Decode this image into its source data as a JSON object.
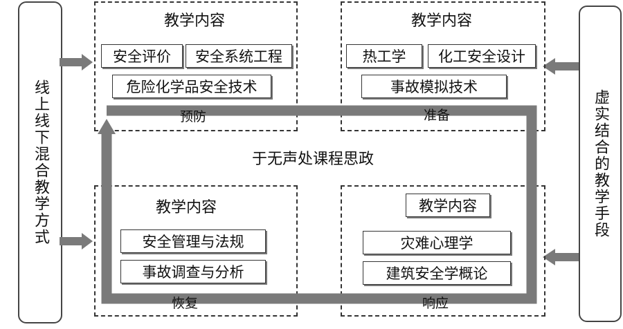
{
  "left_side": {
    "label": "线上线下混合教学方式"
  },
  "right_side": {
    "label": "虚实结合的教学手段"
  },
  "center_text": "于无声处课程思政",
  "quadrants": {
    "top_left": {
      "title": "教学内容",
      "tags": [
        "安全评价",
        "安全系统工程",
        "危险化学品安全技术"
      ],
      "stage": "预防"
    },
    "top_right": {
      "title": "教学内容",
      "tags": [
        "热工学",
        "化工安全设计",
        "事故模拟技术"
      ],
      "stage": "准备"
    },
    "bottom_left": {
      "title": "教学内容",
      "tags": [
        "安全管理与法规",
        "事故调查与分析"
      ],
      "stage": "恢复"
    },
    "bottom_right": {
      "title": "教学内容",
      "tags": [
        "灾难心理学",
        "建筑安全学概论"
      ],
      "stage": "响应"
    }
  },
  "colors": {
    "loop": "#7a7a7a",
    "arrow": "#7a7a7a",
    "border": "#333333"
  }
}
